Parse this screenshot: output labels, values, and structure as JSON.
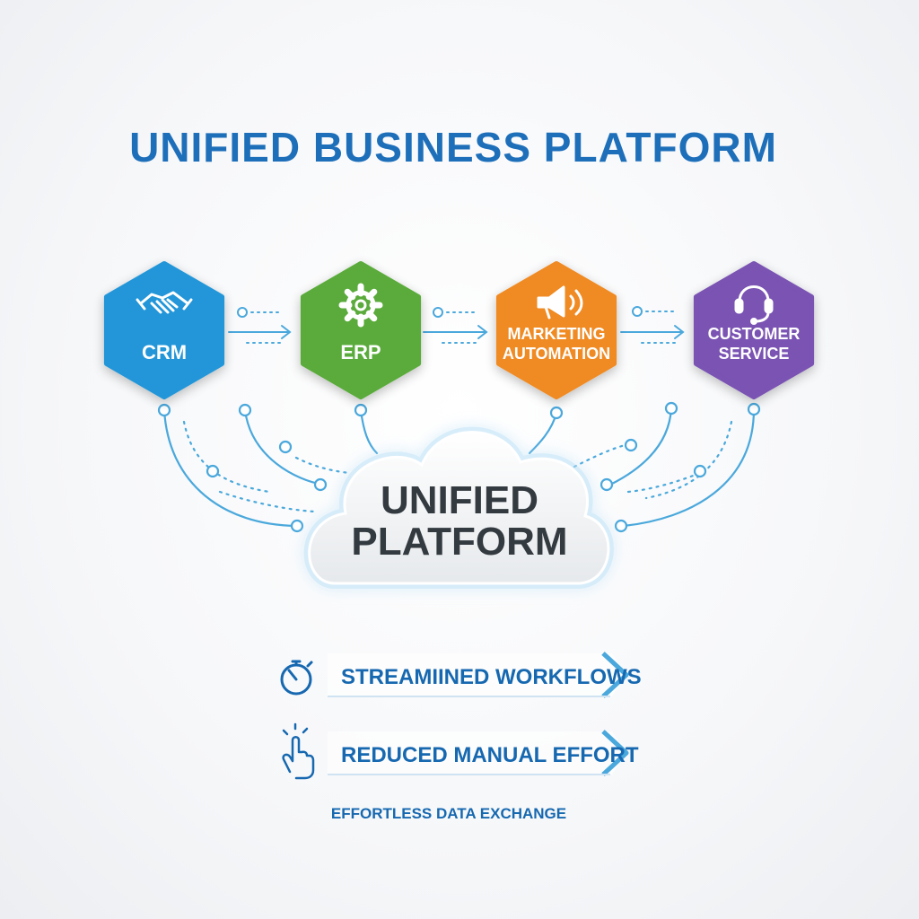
{
  "title": "UNIFIED BUSINESS PLATFORM",
  "colors": {
    "title": "#1e6fba",
    "crm": "#2196d8",
    "erp": "#5aab3a",
    "marketing": "#f08a24",
    "service": "#7a52b3",
    "connector": "#4aa8dc",
    "benefit_text": "#1668b0",
    "cloud_glow": "#b9e0f7"
  },
  "modules": [
    {
      "id": "crm",
      "line1": "CRM",
      "line2": "",
      "icon": "handshake-icon"
    },
    {
      "id": "erp",
      "line1": "ERP",
      "line2": "",
      "icon": "gear-icon"
    },
    {
      "id": "marketing",
      "line1": "MARKETING",
      "line2": "AUTOMATION",
      "icon": "megaphone-icon"
    },
    {
      "id": "service",
      "line1": "CUSTOMER",
      "line2": "SERVICE",
      "icon": "headset-icon"
    }
  ],
  "hub": {
    "line1": "UNIFIED",
    "line2": "PLATFORM"
  },
  "benefits": [
    {
      "label": "STREAMIINED WORKFLOWS",
      "icon": "stopwatch-icon"
    },
    {
      "label": "REDUCED MANUAL EFFORT",
      "icon": "touch-hand-icon"
    }
  ],
  "footer": "EFFORTLESS DATA EXCHANGE"
}
